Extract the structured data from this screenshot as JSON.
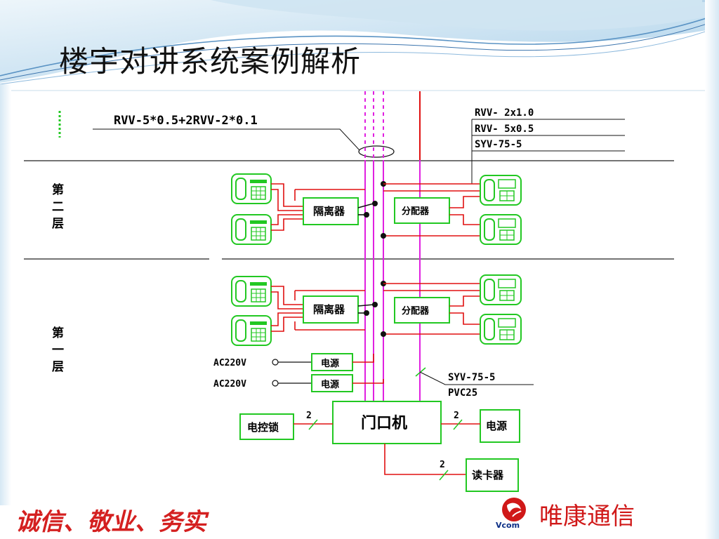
{
  "title": "楼宇对讲系统案例解析",
  "footer": {
    "motto": "诚信、敬业、务实",
    "brand_name": "唯康通信",
    "brand_mark": "Vcom"
  },
  "diagram": {
    "top_cable_label": "RVV-5*0.5+2RVV-2*0.1",
    "legend": [
      "RVV- 2x1.0",
      "RVV- 5x0.5",
      "SYV-75-5"
    ],
    "floor2_label": "第二层",
    "floor1_label": "第一层",
    "isolator": "隔离器",
    "distributor": "分配器",
    "power_small": "电源",
    "ac_labels": [
      "AC220V",
      "AC220V"
    ],
    "trunk_label_1": "SYV-75-5",
    "trunk_label_2": "PVC25",
    "door_unit": "门口机",
    "lock": "电控锁",
    "power_right": "电源",
    "card_reader": "读卡器",
    "wire_counts": [
      "2",
      "2",
      "2"
    ]
  },
  "colors": {
    "green": "#22c822",
    "red": "#e01010",
    "magenta": "#e020e0",
    "title_wave": "#7fb6da",
    "motto": "#d42020"
  }
}
